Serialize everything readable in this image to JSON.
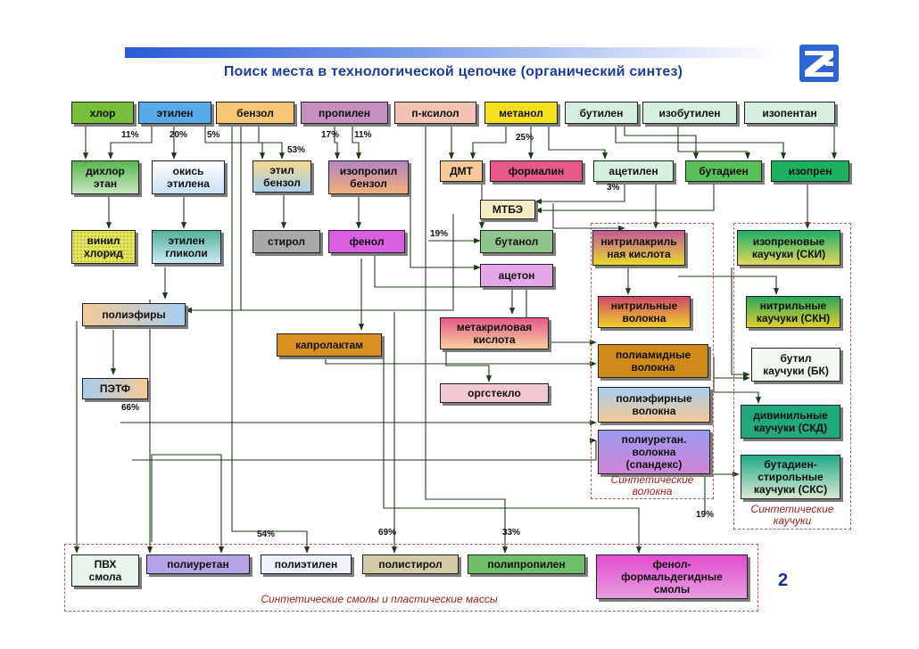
{
  "title": "Поиск места в технологической цепочке (органический синтез)",
  "page_number": "2",
  "colors": {
    "accent_blue": "#1f3b9a",
    "group_border": "#b55a5a",
    "group_label": "#a21f1f"
  },
  "nodes": {
    "chlor": "хлор",
    "ethylene": "этилен",
    "benzene": "бензол",
    "propylene": "пропилен",
    "pxylene": "п-ксилол",
    "methanol": "метанол",
    "butylene": "бутилен",
    "isobutylene": "изобутилен",
    "isopentane": "изопентан",
    "dichloroethane": "дихлор\nэтан",
    "ethylene_oxide": "окись\nэтилена",
    "ethylbenzene": "этил\nбензол",
    "isopropylbenzene": "изопропил\nбензол",
    "dmt": "ДМТ",
    "formalin": "формалин",
    "acetylene": "ацетилен",
    "butadiene": "бутадиен",
    "isoprene": "изопрен",
    "mtbe": "МТБЭ",
    "vinyl_chloride": "винил\nхлорид",
    "ethylene_glycols": "этилен\nгликоли",
    "styrene": "стирол",
    "phenol": "фенол",
    "butanol": "бутанол",
    "acetone": "ацетон",
    "acrylonitrile": "нитрилакриль\nная кислота",
    "isoprene_rubber": "изопреновые\nкаучуки (СКИ)",
    "polyesters": "полиэфиры",
    "nitrile_fibers": "нитрильные\nволокна",
    "nitrile_rubber": "нитрильные\nкаучуки (СКН)",
    "methacrylic_acid": "метакриловая\nкислота",
    "caprolactam": "капролактам",
    "polyamide_fibers": "полиамидные\nволокна",
    "butyl_rubber": "бутил\nкаучуки (БК)",
    "pet": "ПЭТФ",
    "plexiglass": "оргстекло",
    "polyester_fibers": "полиэфирные\nволокна",
    "divinyl_rubber": "дивинильные\nкаучуки (СКД)",
    "polyurethane_fibers": "полиуретан.\nволокна\n(спандекс)",
    "sbr_rubber": "бутадиен-\nстирольные\nкаучуки (СКС)",
    "pvc": "ПВХ\nсмола",
    "polyurethane": "полиуретан",
    "polyethylene": "полиэтилен",
    "polystyrene": "полистирол",
    "polypropylene": "полипропилен",
    "phenol_formaldehyde": "фенол-\nформальдегидные\nсмолы"
  },
  "percentages": {
    "p11": "11%",
    "p20": "20%",
    "p5": "5%",
    "p53": "53%",
    "p17": "17%",
    "p11b": "11%",
    "p25": "25%",
    "p3": "3%",
    "p19a": "19%",
    "p66": "66%",
    "p19b": "19%",
    "p54": "54%",
    "p69": "69%",
    "p33": "33%"
  },
  "groups": {
    "fibers": "Синтетические\nволокна",
    "rubbers": "Синтетические\nкаучуки",
    "resins": "Синтетические смолы и пластические массы"
  }
}
